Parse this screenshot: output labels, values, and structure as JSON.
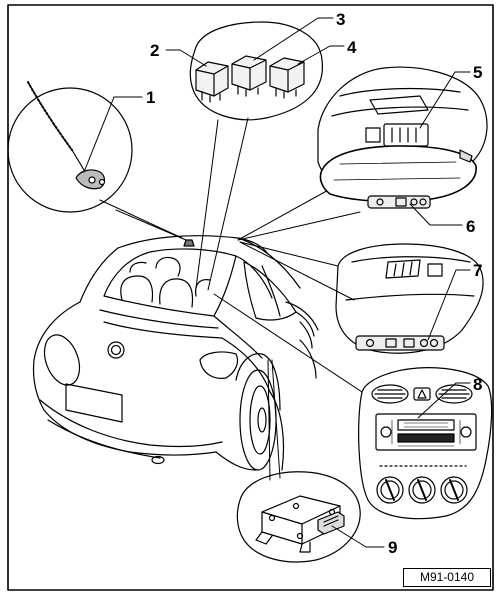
{
  "figure": {
    "id_label": "M91-0140"
  },
  "callouts": [
    {
      "number": "1",
      "subject": "antenna-detail"
    },
    {
      "number": "2",
      "subject": "relay-small"
    },
    {
      "number": "3",
      "subject": "relay-medium"
    },
    {
      "number": "4",
      "subject": "relay-large"
    },
    {
      "number": "5",
      "subject": "interior-light-console-detail"
    },
    {
      "number": "6",
      "subject": "mirror-switch-panel"
    },
    {
      "number": "7",
      "subject": "interior-light-switch-detail"
    },
    {
      "number": "8",
      "subject": "dashboard-climate-controls-detail"
    },
    {
      "number": "9",
      "subject": "control-module-box"
    }
  ]
}
